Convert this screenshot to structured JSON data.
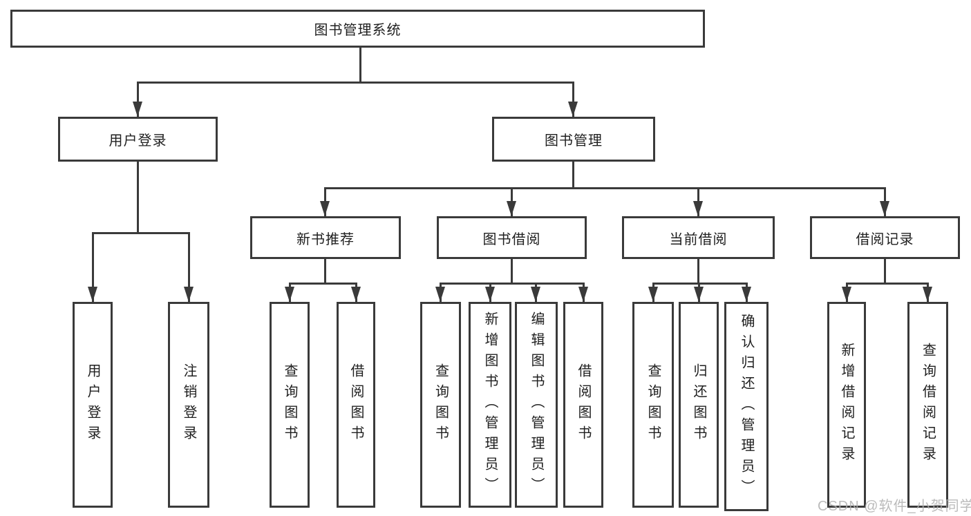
{
  "diagram": {
    "root": {
      "label": "图书管理系统"
    },
    "branches": [
      {
        "label": "用户登录",
        "children": [
          {
            "label": "用户登录"
          },
          {
            "label": "注销登录"
          }
        ]
      },
      {
        "label": "图书管理",
        "children": [
          {
            "label": "新书推荐",
            "children": [
              {
                "label": "查询图书"
              },
              {
                "label": "借阅图书"
              }
            ]
          },
          {
            "label": "图书借阅",
            "children": [
              {
                "label": "查询图书"
              },
              {
                "label": "新增图书（管理员）"
              },
              {
                "label": "编辑图书（管理员）"
              },
              {
                "label": "借阅图书"
              }
            ]
          },
          {
            "label": "当前借阅",
            "children": [
              {
                "label": "查询图书"
              },
              {
                "label": "归还图书"
              },
              {
                "label": "确认归还（管理员）"
              }
            ]
          },
          {
            "label": "借阅记录",
            "children": [
              {
                "label": "新增借阅记录"
              },
              {
                "label": "查询借阅记录"
              }
            ]
          }
        ]
      }
    ]
  },
  "watermark": {
    "text": "CSDN @软件_小贺同学"
  },
  "colors": {
    "line": "#3a3a3a",
    "text": "#1f1f1f",
    "background": "#ffffff",
    "watermark": "#b0b0b0"
  }
}
